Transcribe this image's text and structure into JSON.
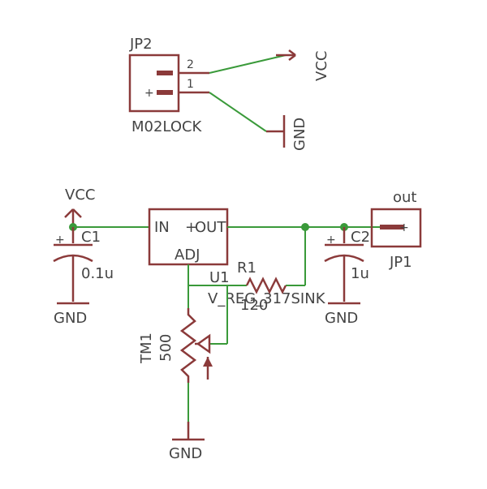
{
  "jp2": {
    "name": "JP2",
    "value": "M02LOCK",
    "pin2": "2",
    "pin1": "1",
    "plus": "+"
  },
  "vcc_top": "VCC",
  "gnd_top": "GND",
  "vcc_left": "VCC",
  "c1": {
    "name": "C1",
    "value": "0.1u",
    "gnd": "GND"
  },
  "c2": {
    "name": "C2",
    "value": "1u",
    "gnd": "GND"
  },
  "u1": {
    "name": "U1",
    "value": "V_REG_317SINK",
    "in": "IN",
    "out": "OUT",
    "out_plus": "+",
    "adj": "ADJ"
  },
  "r1": {
    "name": "R1",
    "value": "120"
  },
  "tm1": {
    "name": "TM1",
    "value": "500",
    "gnd": "GND"
  },
  "jp1": {
    "name": "JP1",
    "label": "out"
  }
}
